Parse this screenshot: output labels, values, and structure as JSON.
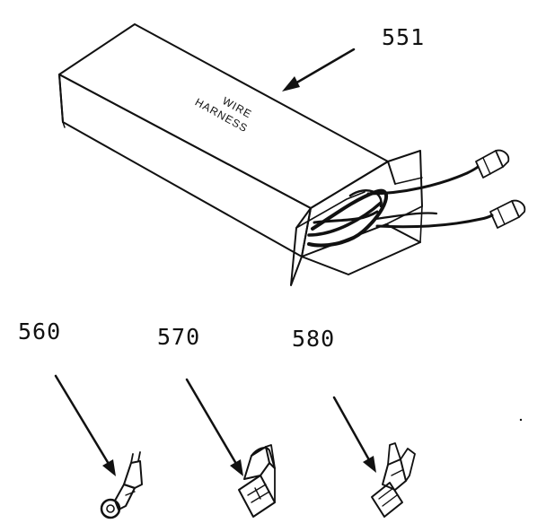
{
  "box_label": {
    "line1": "WIRE",
    "line2": "HARNESS"
  },
  "callouts": [
    {
      "id": "551",
      "label": "551"
    },
    {
      "id": "560",
      "label": "560"
    },
    {
      "id": "570",
      "label": "570"
    },
    {
      "id": "580",
      "label": "580"
    }
  ]
}
